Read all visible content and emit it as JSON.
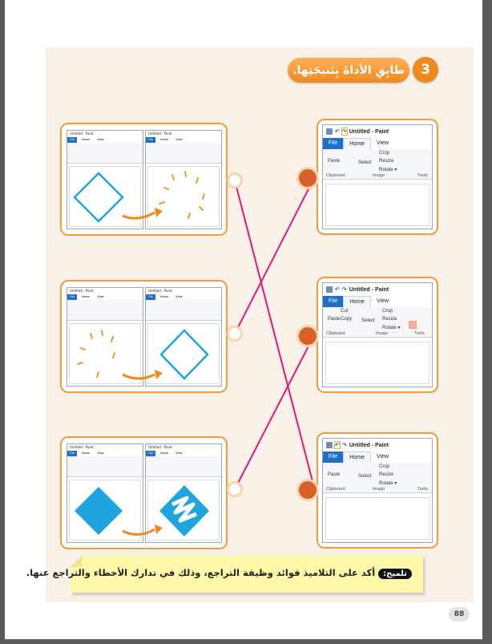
{
  "exercise": {
    "number": "3",
    "title": "طابِقِ الأداةَ بِنَتيجَتِها."
  },
  "paint": {
    "window_title": "Untitled - Paint",
    "tabs": {
      "file": "File",
      "home": "Home",
      "view": "View"
    },
    "clipboard": {
      "paste": "Paste",
      "cut": "Cut",
      "copy": "Copy",
      "group": "Clipboard"
    },
    "image": {
      "select": "Select",
      "crop": "Crop",
      "resize": "Resize",
      "rotate": "Rotate ▾",
      "group": "Image"
    },
    "tools": {
      "group": "Tools"
    }
  },
  "right_cards": [
    {
      "highlight": "redo"
    },
    {
      "highlight": "eraser"
    },
    {
      "highlight": "undo"
    }
  ],
  "tip": {
    "label": "تلميح:",
    "text": "أكد على التلاميذ فوائد وظيفة التراجع، وذلك في تدارك الأخطاء والتراجع عنها."
  },
  "page_number": "88",
  "colors": {
    "accent_orange": "#f08a1e",
    "line_magenta": "#e4177a",
    "shape_blue": "#1ea4df",
    "dash_orange": "#f59a2a"
  }
}
